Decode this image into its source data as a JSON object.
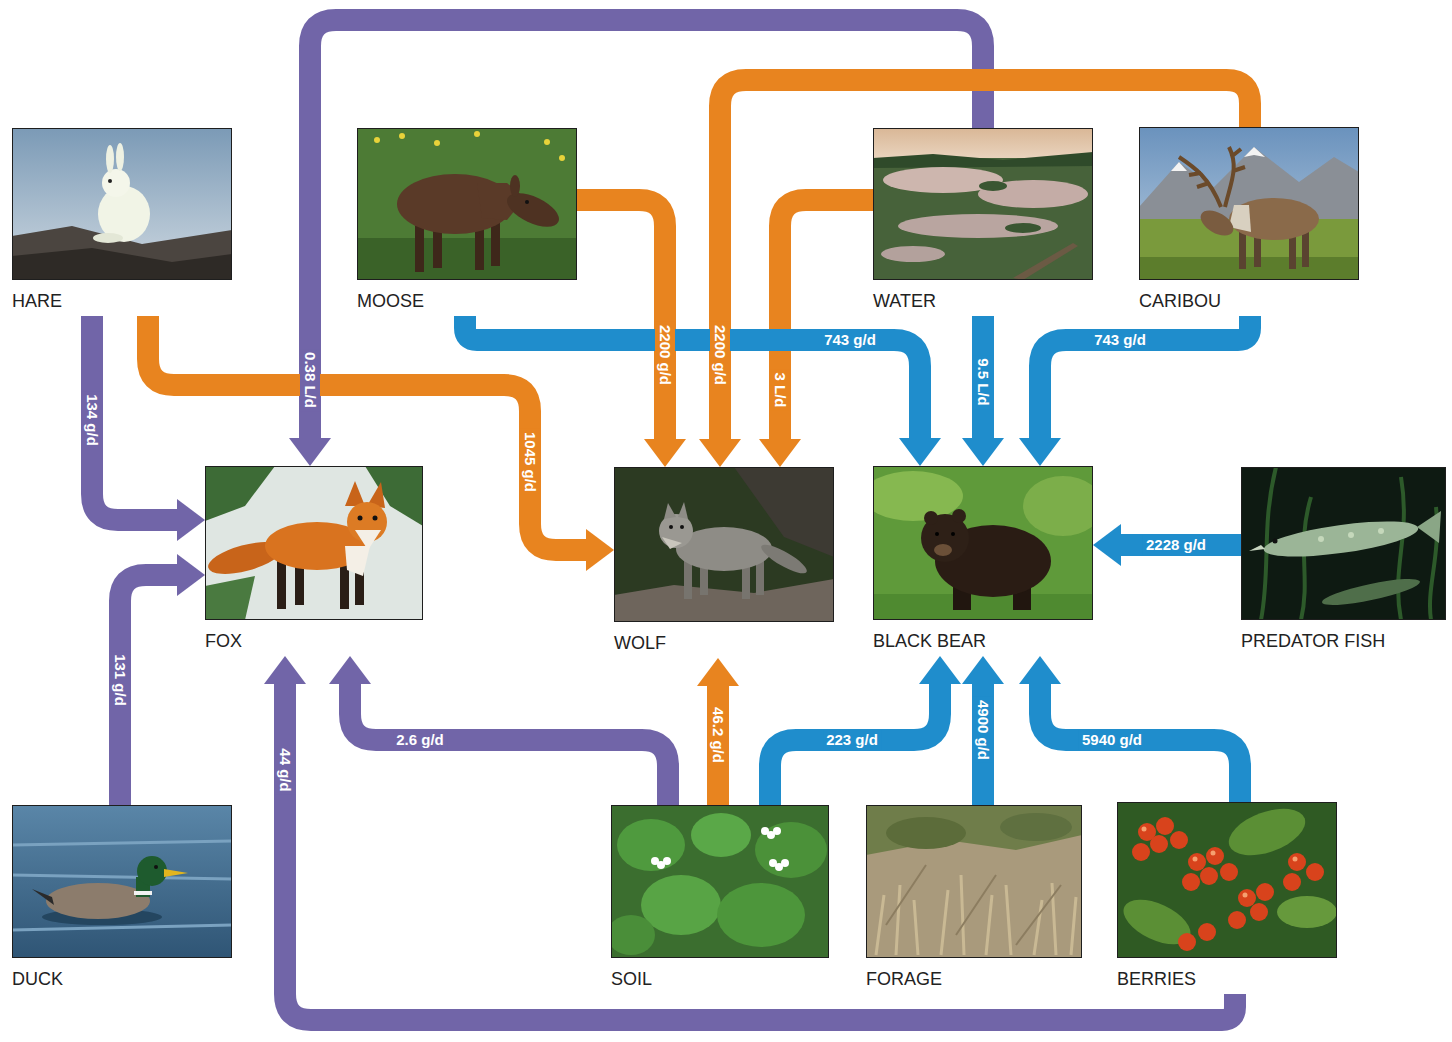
{
  "diagram": {
    "nodes": [
      {
        "text": [
          "HARE"
        ]
      },
      {
        "text": [
          "MOOSE"
        ]
      },
      {
        "text": [
          "WATER"
        ]
      },
      {
        "text": [
          "CARIBOU"
        ]
      },
      {
        "text": [
          "FOX"
        ]
      },
      {
        "text": [
          "WOLF"
        ]
      },
      {
        "text": [
          "BLACK BEAR"
        ]
      },
      {
        "text": [
          "PREDATOR FISH"
        ]
      },
      {
        "text": [
          "DUCK"
        ]
      },
      {
        "text": [
          "SOIL"
        ]
      },
      {
        "text": [
          "FORAGE"
        ]
      },
      {
        "text": [
          "BERRIES"
        ]
      }
    ],
    "edges": [
      {
        "from": 0,
        "to": 4,
        "label": "134 g/d",
        "arrow": "to"
      },
      {
        "from": 2,
        "to": 4,
        "label": "0.38 L/d",
        "arrow": "to"
      },
      {
        "from": 8,
        "to": 4,
        "label": "131 g/d",
        "arrow": "to"
      },
      {
        "from": 9,
        "to": 4,
        "label": "2.6 g/d",
        "arrow": "to"
      },
      {
        "from": 11,
        "to": 4,
        "label": "44 g/d",
        "arrow": "to"
      },
      {
        "from": 0,
        "to": 5,
        "label": "1045 g/d",
        "arrow": "to"
      },
      {
        "from": 1,
        "to": 5,
        "label": "2200 g/d",
        "arrow": "to"
      },
      {
        "from": 3,
        "to": 5,
        "label": "2200 g/d",
        "arrow": "to"
      },
      {
        "from": 2,
        "to": 5,
        "label": "3 L/d",
        "arrow": "to"
      },
      {
        "from": 9,
        "to": 5,
        "label": "46.2 g/d",
        "arrow": "to"
      },
      {
        "from": 1,
        "to": 6,
        "label": "743 g/d",
        "arrow": "to"
      },
      {
        "from": 2,
        "to": 6,
        "label": "9.5 L/d",
        "arrow": "to"
      },
      {
        "from": 3,
        "to": 6,
        "label": "743 g/d",
        "arrow": "to"
      },
      {
        "from": 7,
        "to": 6,
        "label": "2228 g/d",
        "arrow": "to"
      },
      {
        "from": 9,
        "to": 6,
        "label": "223 g/d",
        "arrow": "to"
      },
      {
        "from": 10,
        "to": 6,
        "label": "4900 g/d",
        "arrow": "to"
      },
      {
        "from": 11,
        "to": 6,
        "label": "5940 g/d",
        "arrow": "to"
      }
    ]
  }
}
